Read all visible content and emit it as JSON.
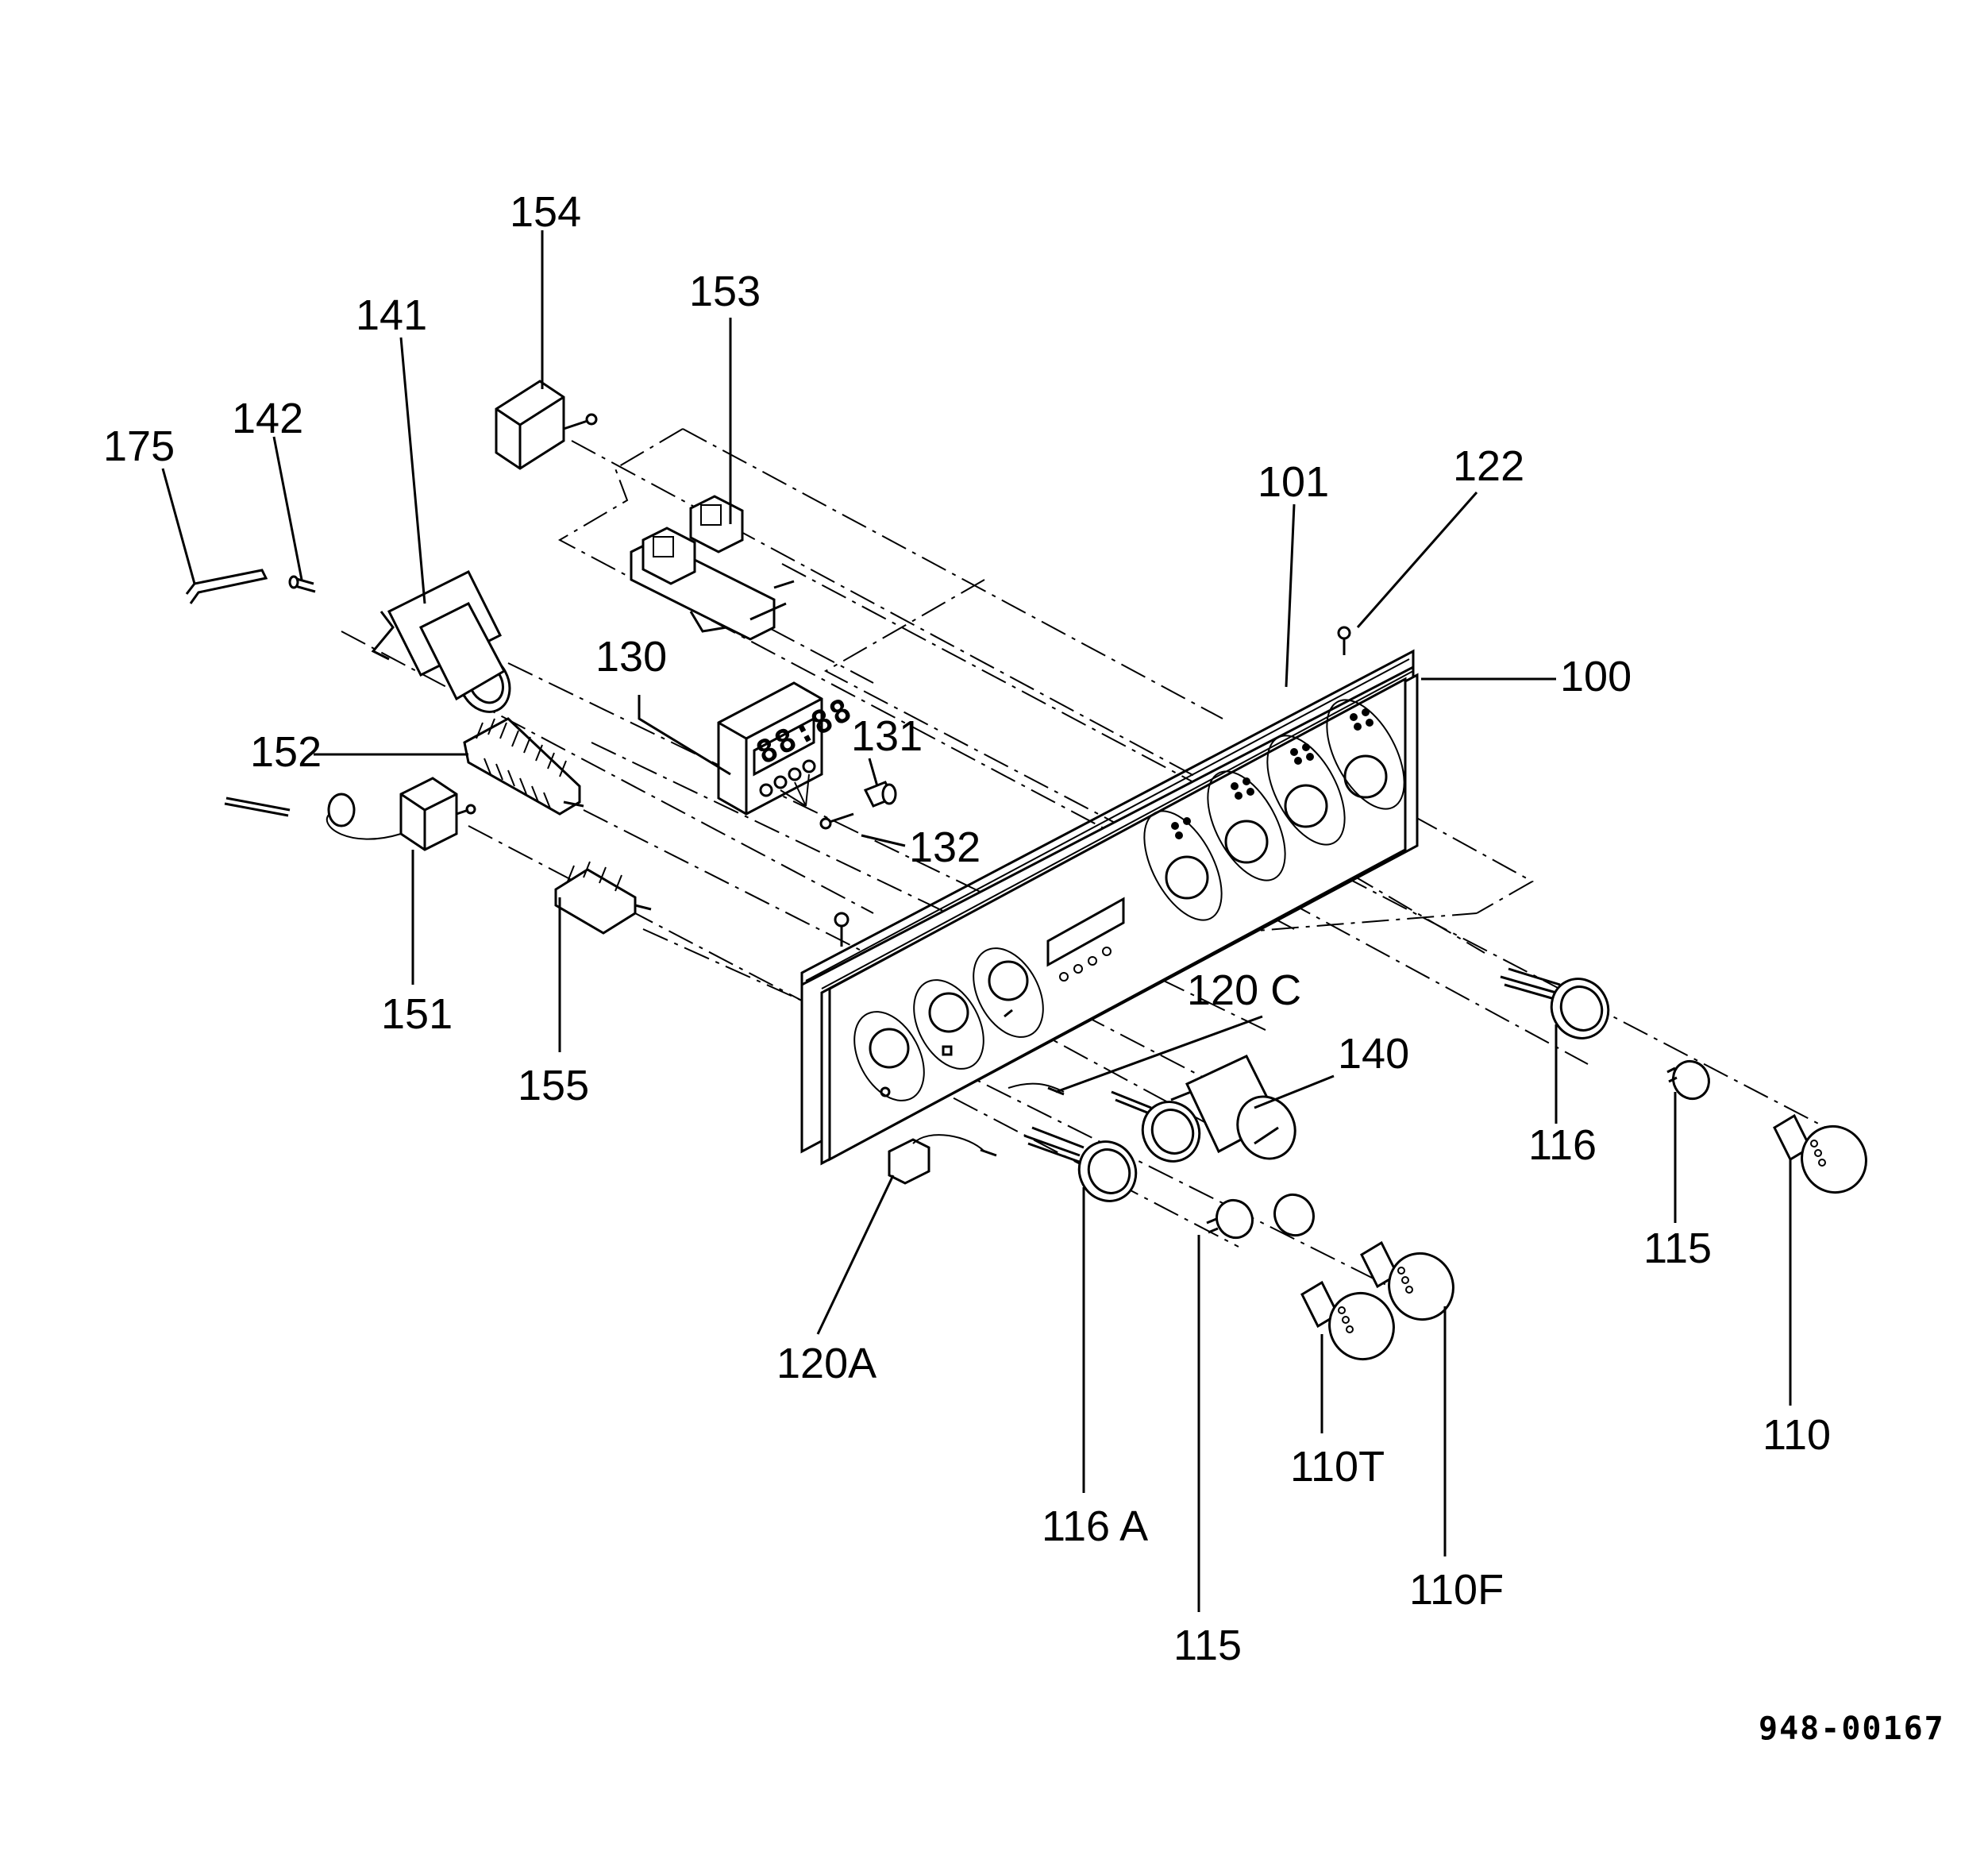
{
  "document": {
    "drawing_number": "948-00167"
  },
  "parts": [
    {
      "id": "p100",
      "label": "100"
    },
    {
      "id": "p101",
      "label": "101"
    },
    {
      "id": "p110",
      "label": "110"
    },
    {
      "id": "p110F",
      "label": "110F"
    },
    {
      "id": "p110T",
      "label": "110T"
    },
    {
      "id": "p115a",
      "label": "115"
    },
    {
      "id": "p115b",
      "label": "115"
    },
    {
      "id": "p116",
      "label": "116"
    },
    {
      "id": "p116A",
      "label": "116 A"
    },
    {
      "id": "p120A",
      "label": "120A"
    },
    {
      "id": "p120C",
      "label": "120 C"
    },
    {
      "id": "p122",
      "label": "122"
    },
    {
      "id": "p130",
      "label": "130"
    },
    {
      "id": "p131",
      "label": "131"
    },
    {
      "id": "p132",
      "label": "132"
    },
    {
      "id": "p140",
      "label": "140"
    },
    {
      "id": "p141",
      "label": "141"
    },
    {
      "id": "p142",
      "label": "142"
    },
    {
      "id": "p151",
      "label": "151"
    },
    {
      "id": "p152",
      "label": "152"
    },
    {
      "id": "p153",
      "label": "153"
    },
    {
      "id": "p154",
      "label": "154"
    },
    {
      "id": "p155",
      "label": "155"
    },
    {
      "id": "p175",
      "label": "175"
    }
  ],
  "timer_display_text": "88:88"
}
